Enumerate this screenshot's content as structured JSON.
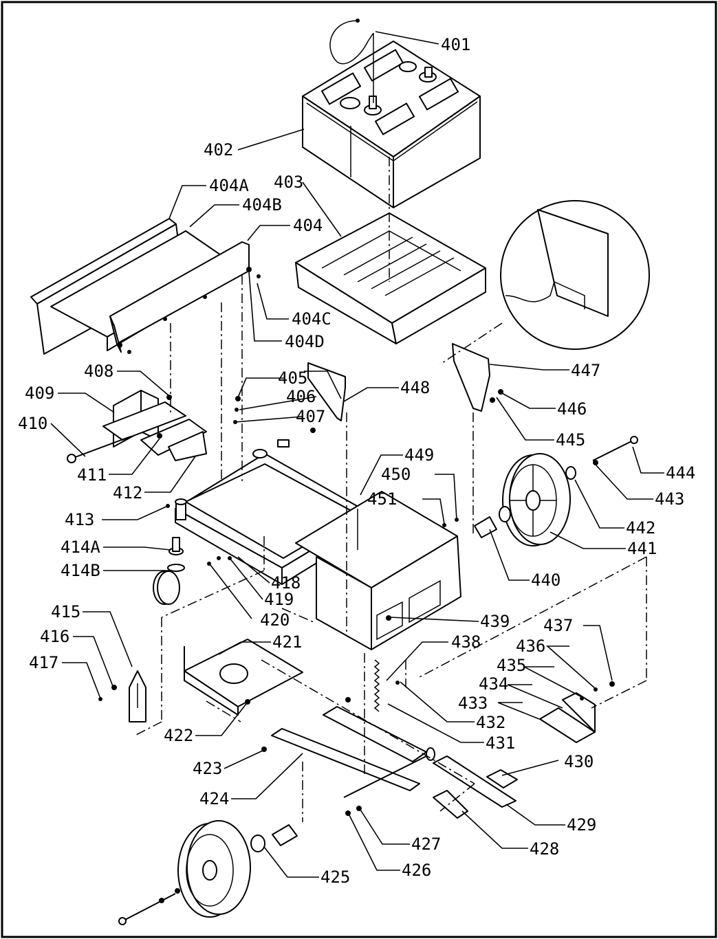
{
  "labels": {
    "p401": "401",
    "p402": "402",
    "p403": "403",
    "p404": "404",
    "p404A": "404A",
    "p404B": "404B",
    "p404C": "404C",
    "p404D": "404D",
    "p405": "405",
    "p406": "406",
    "p407": "407",
    "p408": "408",
    "p409": "409",
    "p410": "410",
    "p411": "411",
    "p412": "412",
    "p413": "413",
    "p414A": "414A",
    "p414B": "414B",
    "p415": "415",
    "p416": "416",
    "p417": "417",
    "p418": "418",
    "p419": "419",
    "p420": "420",
    "p421": "421",
    "p422": "422",
    "p423": "423",
    "p424": "424",
    "p425": "425",
    "p426": "426",
    "p427": "427",
    "p428": "428",
    "p429": "429",
    "p430": "430",
    "p431": "431",
    "p432": "432",
    "p433": "433",
    "p434": "434",
    "p435": "435",
    "p436": "436",
    "p437": "437",
    "p438": "438",
    "p439": "439",
    "p440": "440",
    "p441": "441",
    "p442": "442",
    "p443": "443",
    "p444": "444",
    "p445": "445",
    "p446": "446",
    "p447": "447",
    "p448": "448",
    "p449": "449",
    "p450": "450",
    "p451": "451"
  }
}
